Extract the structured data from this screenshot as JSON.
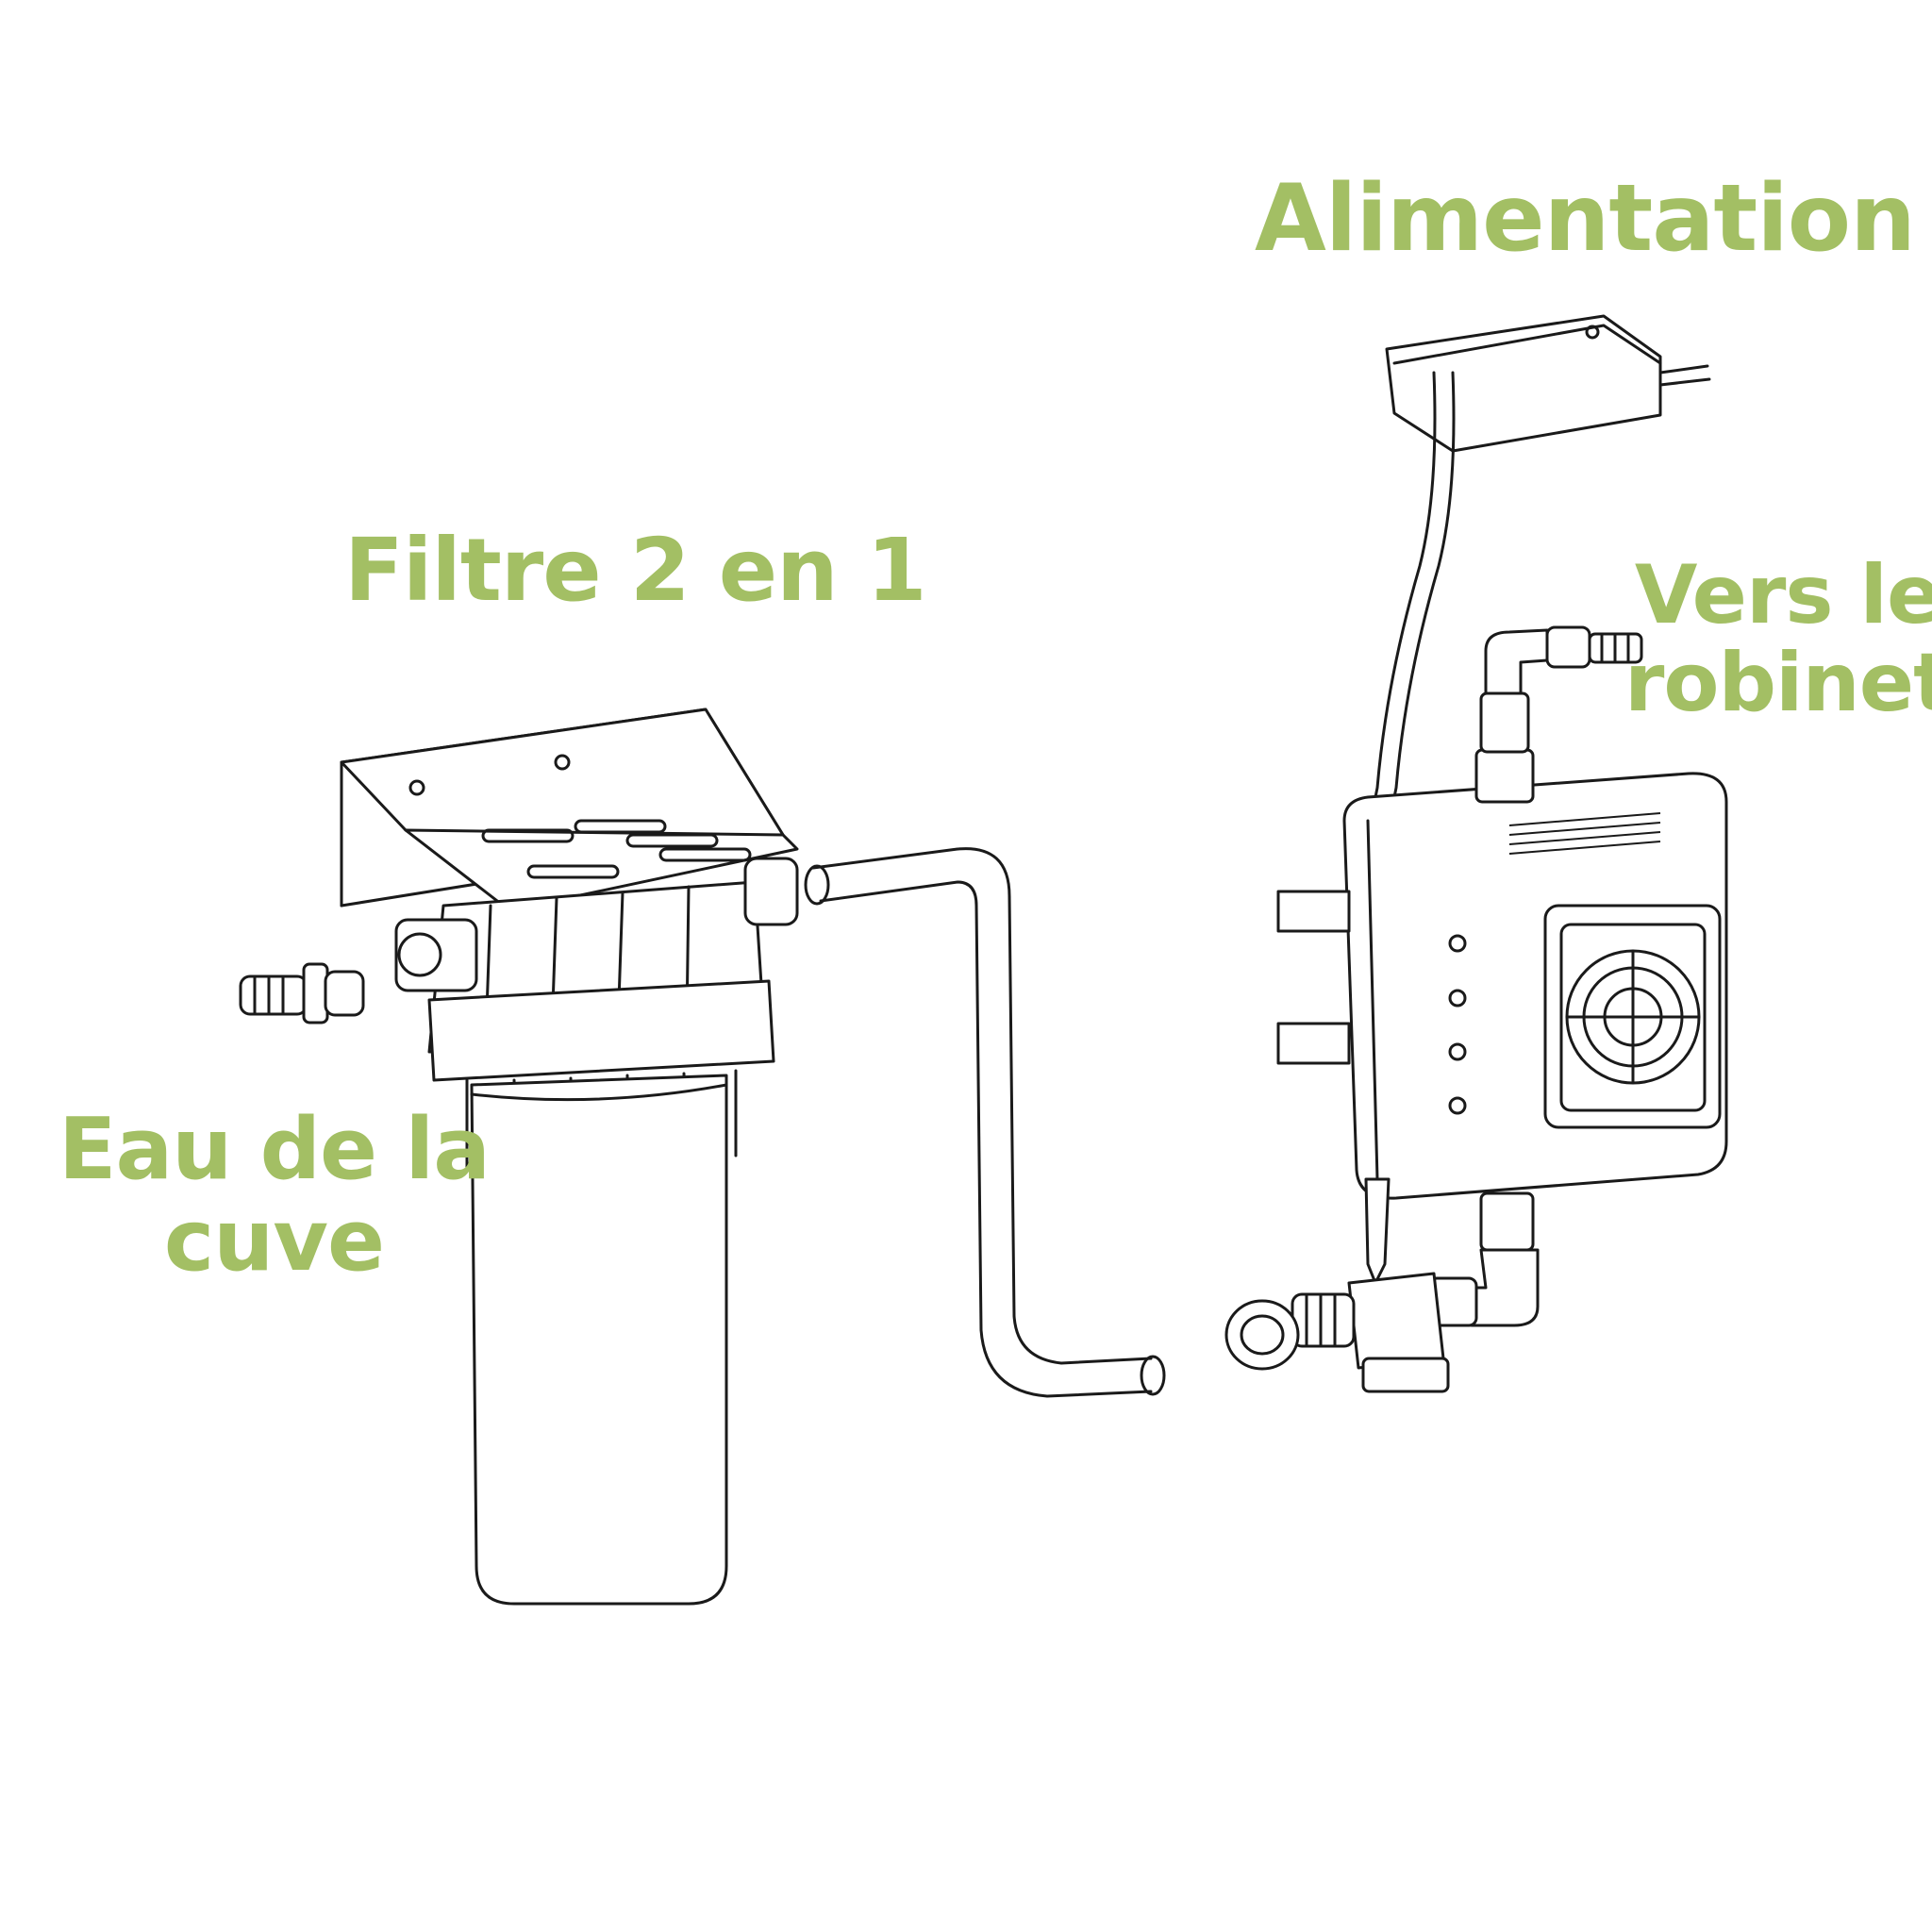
{
  "labels": {
    "alimentation": "Alimentation",
    "filtre": "Filtre 2  en 1",
    "robinet_line1": "Vers le",
    "robinet_line2": "robinet",
    "cuve_line1": "Eau de la",
    "cuve_line2": "cuve"
  },
  "colors": {
    "label": "#a3bf64",
    "line": "#1a1a1a",
    "background": "#ffffff"
  }
}
